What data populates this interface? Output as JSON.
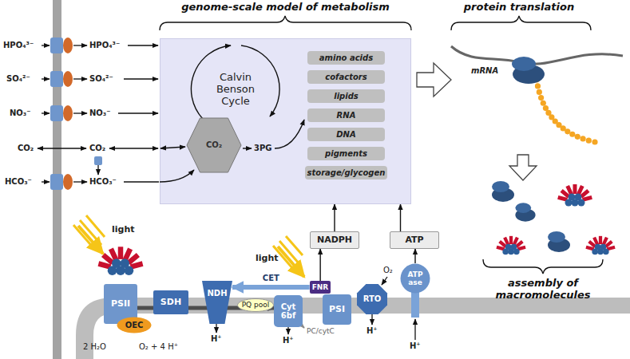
{
  "diagram": {
    "nodes": [
      {
        "text": [
          "genome-scale model of metabolism",
          "Calvin Benson Cycle"
        ]
      },
      {
        "text": [
          "CO₂"
        ],
        "in": 0
      },
      {
        "text": [
          "amino acids"
        ],
        "in": 0
      },
      {
        "text": [
          "cofactors"
        ],
        "in": 0
      },
      {
        "text": [
          "lipids"
        ],
        "in": 0
      },
      {
        "text": [
          "RNA"
        ],
        "in": 0
      },
      {
        "text": [
          "DNA"
        ],
        "in": 0
      },
      {
        "text": [
          "pigments"
        ],
        "in": 0
      },
      {
        "text": [
          "storage/glycogen"
        ],
        "in": 0
      },
      {
        "text": [
          "NADPH"
        ]
      },
      {
        "text": [
          "ATP"
        ]
      },
      {
        "text": [
          "PSII"
        ]
      },
      {
        "text": [
          "OEC"
        ]
      },
      {
        "text": [
          "SDH"
        ]
      },
      {
        "text": [
          "NDH"
        ]
      },
      {
        "text": [
          "PQ pool"
        ]
      },
      {
        "text": [
          "Cyt 6bf"
        ]
      },
      {
        "text": [
          "FNR"
        ]
      },
      {
        "text": [
          "PSI"
        ]
      },
      {
        "text": [
          "RTO"
        ]
      },
      {
        "text": [
          "ATP ase"
        ]
      }
    ],
    "edges": [
      {
        "from": 17,
        "to": 14,
        "arrow": "to",
        "label": "CET"
      },
      {
        "from": 17,
        "to": 9,
        "arrow": "to"
      },
      {
        "from": 20,
        "to": 10,
        "arrow": "to"
      },
      {
        "from": 9,
        "to": 0,
        "arrow": "to"
      },
      {
        "from": 10,
        "to": 0,
        "arrow": "to"
      }
    ],
    "labels": [
      "3PG",
      "HPO₄³⁻",
      "HPO₄³⁻",
      "SO₄²⁻",
      "SO₄²⁻",
      "NO₃⁻",
      "NO₃⁻",
      "CO₂",
      "CO₂",
      "HCO₃⁻",
      "HCO₃⁻",
      "light",
      "light",
      "2 H₂O",
      "O₂ + 4 H⁺",
      "H⁺",
      "H⁺",
      "H⁺",
      "H⁺",
      "PC/cytC",
      "O₂",
      "protein translation",
      "mRNA",
      "assembly of macromolecules"
    ]
  }
}
